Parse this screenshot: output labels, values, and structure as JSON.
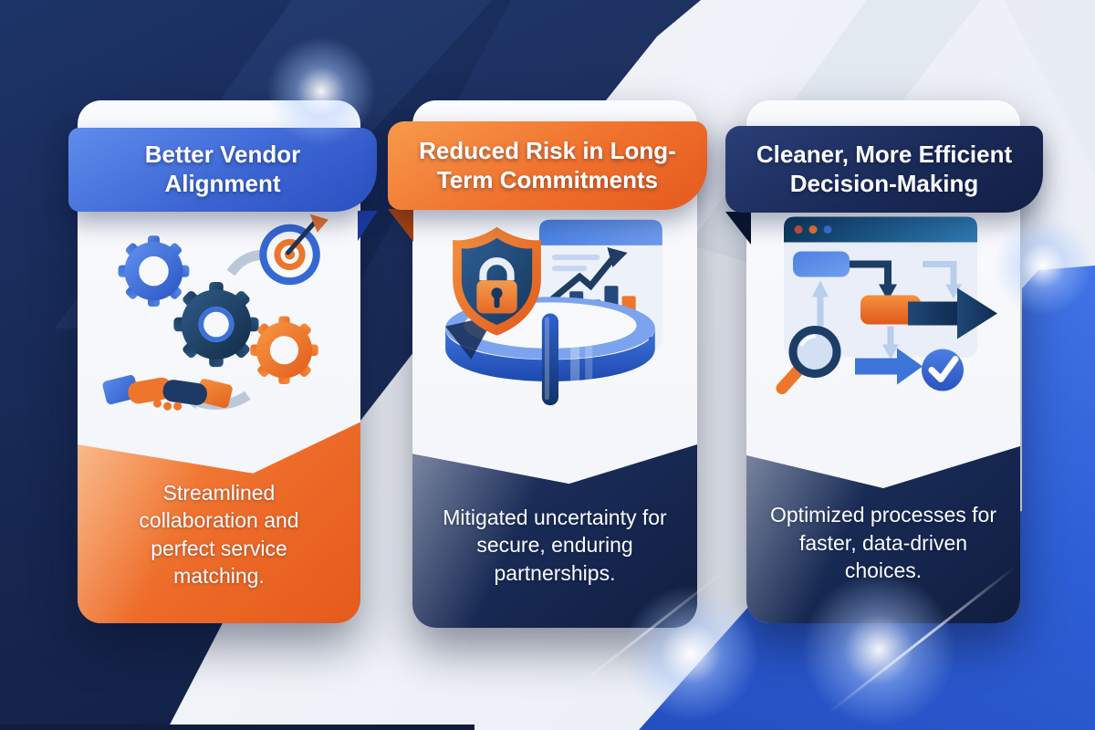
{
  "palette": {
    "navy": "#15234d",
    "royal_blue": "#3b6fd8",
    "orange": "#ee6f2a",
    "bright_blue": "#2e5fd6",
    "card_white": "#f7f9fc"
  },
  "cards": [
    {
      "id": "better-vendor-alignment",
      "title": "Better Vendor Alignment",
      "description": "Streamlined collaboration and perfect service matching.",
      "header_color": "#3b6fd8",
      "panel_color": "#ee6f2a",
      "icons": [
        "blue-gear-icon",
        "navy-gear-icon",
        "orange-gear-icon",
        "target-dart-icon",
        "handshake-icon",
        "cycle-arrow-up-icon",
        "cycle-arrow-down-icon"
      ]
    },
    {
      "id": "reduced-risk-long-term",
      "title": "Reduced Risk in Long-Term Commitments",
      "description": "Mitigated uncertainty for secure, enduring partnerships.",
      "header_color": "#ee6f2a",
      "panel_color": "#15234d",
      "icons": [
        "shield-lock-icon",
        "growth-chart-document-icon",
        "blue-band-icon"
      ]
    },
    {
      "id": "efficient-decision-making",
      "title": "Cleaner, More Efficient Decision-Making",
      "description": "Optimized processes for faster, data-driven choices.",
      "header_color": "#15234d",
      "panel_color": "#15234d",
      "icons": [
        "browser-window-icon",
        "flowchart-icon",
        "magnifier-icon",
        "forward-arrow-icon",
        "check-badge-icon"
      ]
    }
  ]
}
